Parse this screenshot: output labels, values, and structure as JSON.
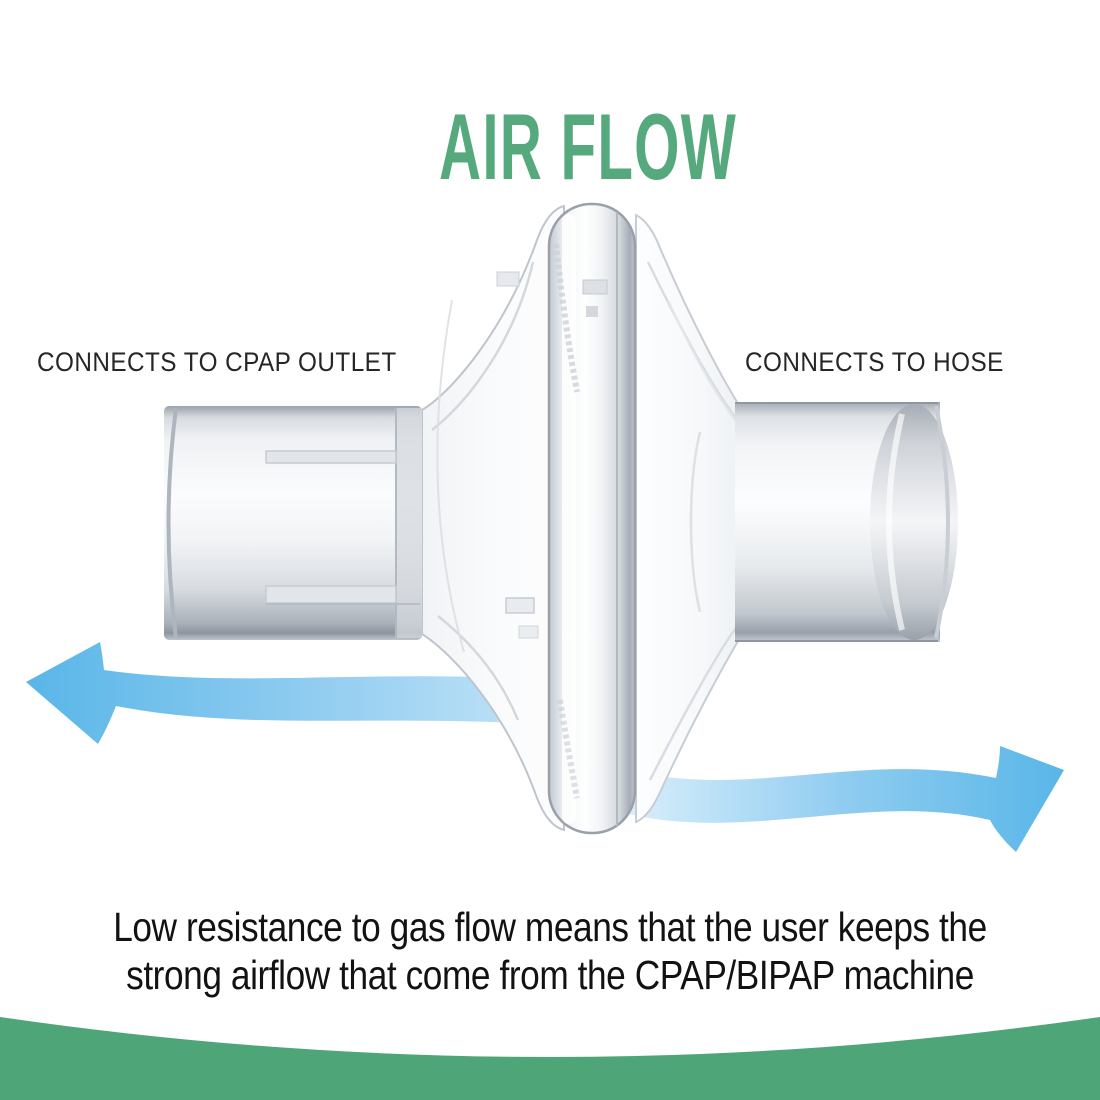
{
  "title": "AIR FLOW",
  "labels": {
    "left": "CONNECTS TO CPAP OUTLET",
    "right": "CONNECTS TO HOSE"
  },
  "description": {
    "line1": "Low resistance to gas flow means that the user keeps the",
    "line2": "strong airflow that come from the CPAP/BIPAP machine"
  },
  "icons": {
    "left_arrow": "left-airflow-arrow-icon",
    "right_arrow": "right-airflow-arrow-icon"
  },
  "colors": {
    "title_green": "#55a97c",
    "band_green": "#4ea678",
    "arrow_blue_strong": "#59b6e8",
    "arrow_blue_mid": "#8fccf0",
    "arrow_blue_light": "#d9eefb",
    "label_text": "#262626",
    "description_text": "#121212"
  }
}
